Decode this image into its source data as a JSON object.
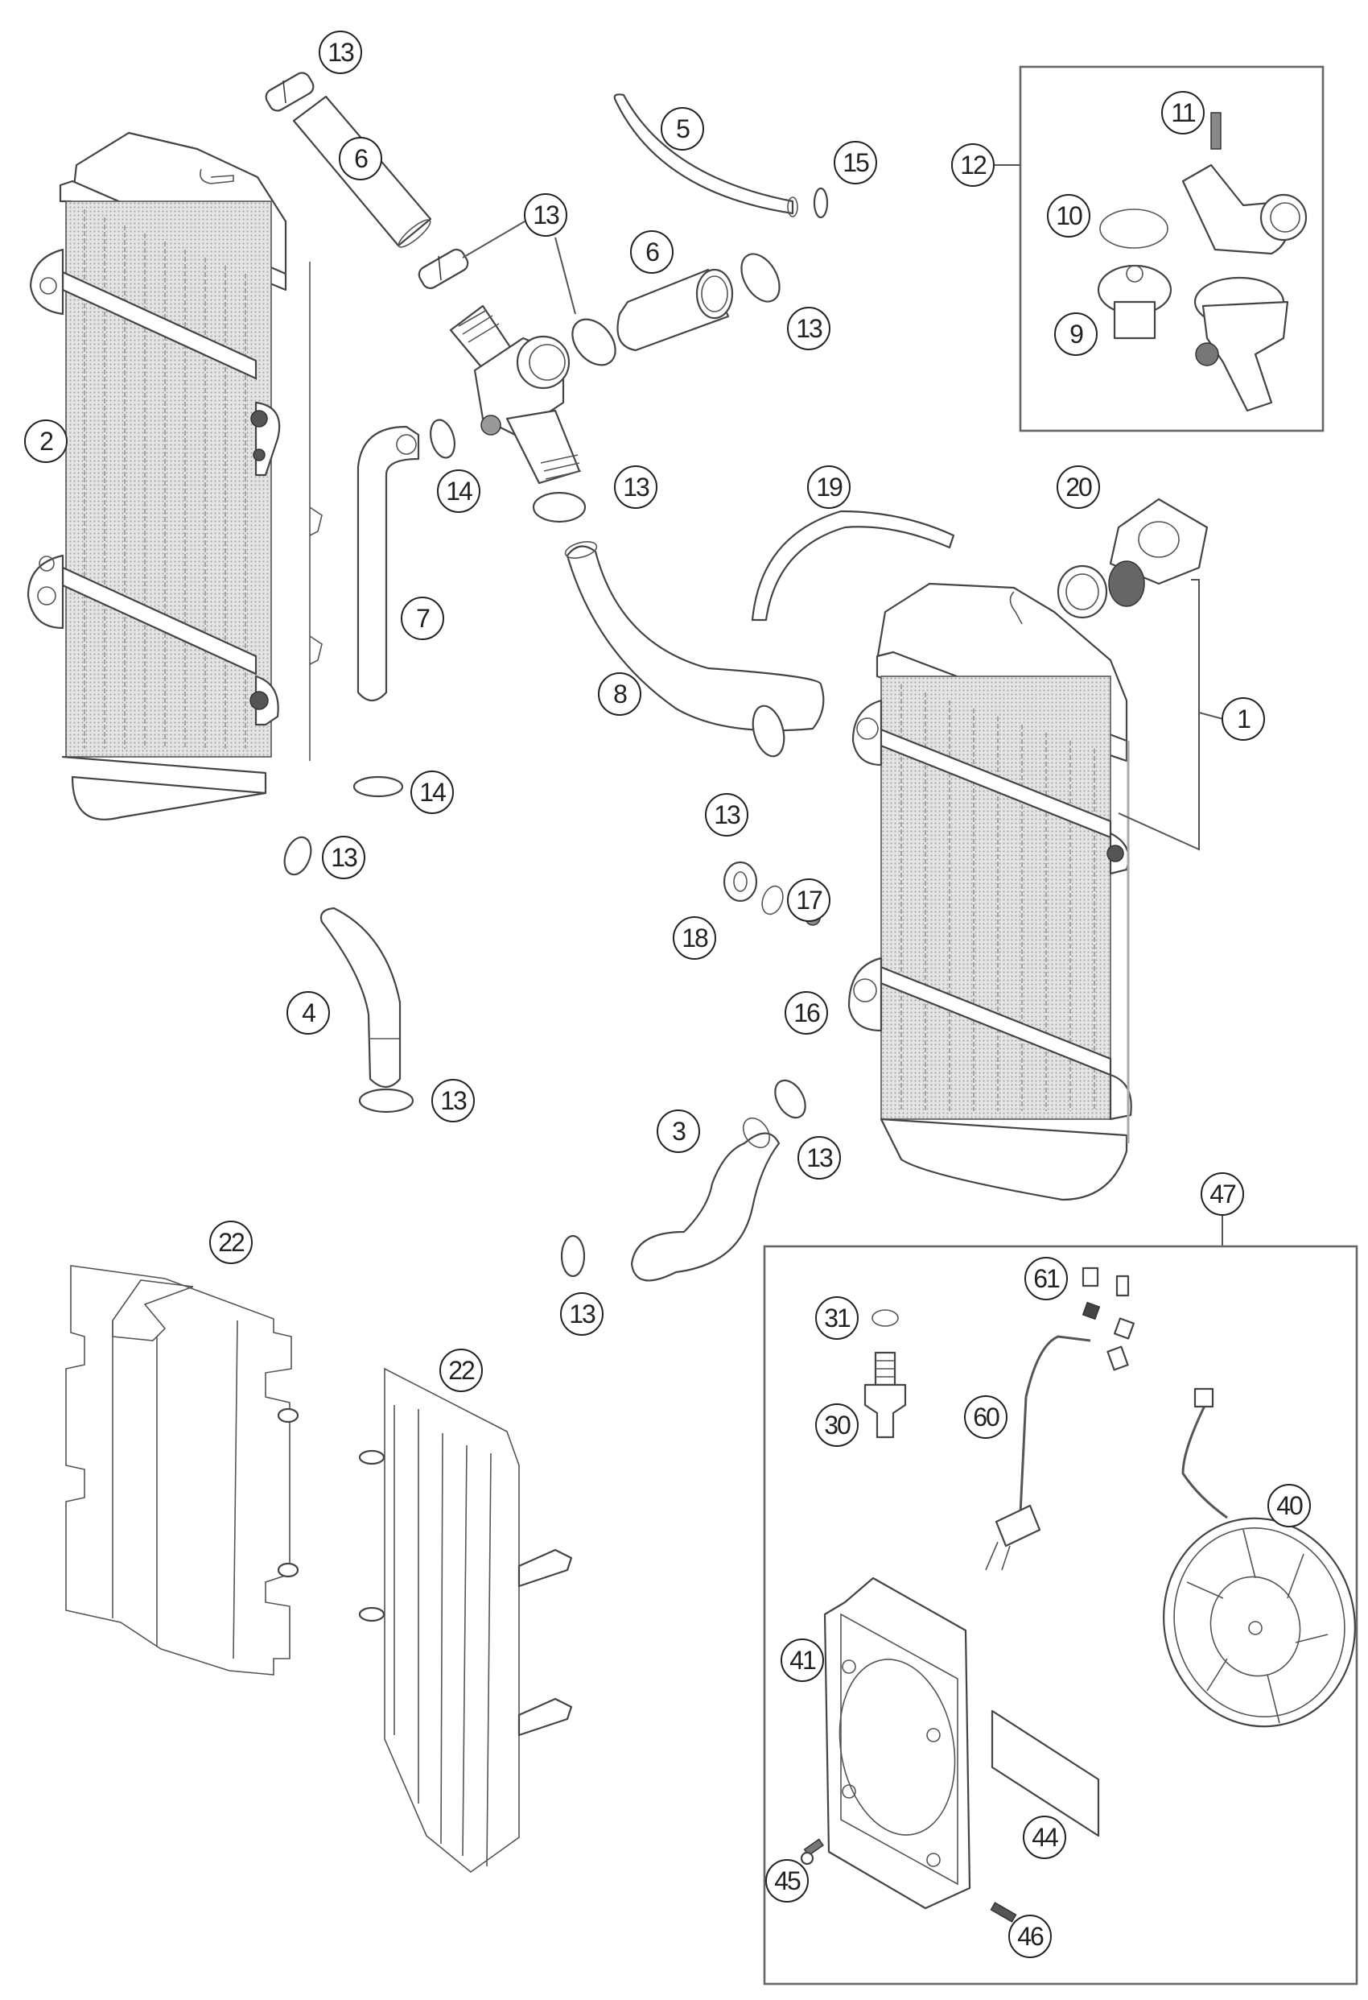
{
  "diagram": {
    "type": "exploded-parts-diagram",
    "subject": "Cooling system (radiators, hoses, thermostat, fan)",
    "group_boxes": [
      {
        "label": "12",
        "contains": [
          "9",
          "10",
          "11"
        ],
        "description": "Thermostat housing kit"
      },
      {
        "label": "47",
        "contains": [
          "30",
          "31",
          "40",
          "41",
          "44",
          "45",
          "46",
          "60",
          "61"
        ],
        "description": "Radiator fan kit"
      }
    ],
    "callouts": [
      {
        "id": "c-13a",
        "label": "13",
        "part": "hose-clamp"
      },
      {
        "id": "c-6a",
        "label": "6",
        "part": "radiator-hose-straight"
      },
      {
        "id": "c-2",
        "label": "2",
        "part": "radiator-left"
      },
      {
        "id": "c-5",
        "label": "5",
        "part": "small-hose"
      },
      {
        "id": "c-15",
        "label": "15",
        "part": "small-hose-clamp"
      },
      {
        "id": "c-12",
        "label": "12",
        "part": "thermostat-kit"
      },
      {
        "id": "c-11",
        "label": "11",
        "part": "screw"
      },
      {
        "id": "c-10",
        "label": "10",
        "part": "o-ring"
      },
      {
        "id": "c-9",
        "label": "9",
        "part": "thermostat"
      },
      {
        "id": "c-13b",
        "label": "13",
        "part": "hose-clamp"
      },
      {
        "id": "c-6b",
        "label": "6",
        "part": "radiator-hose-straight"
      },
      {
        "id": "c-13c",
        "label": "13",
        "part": "hose-clamp"
      },
      {
        "id": "c-14a",
        "label": "14",
        "part": "hose-clamp-small"
      },
      {
        "id": "c-13d",
        "label": "13",
        "part": "hose-clamp"
      },
      {
        "id": "c-19",
        "label": "19",
        "part": "overflow-hose"
      },
      {
        "id": "c-20",
        "label": "20",
        "part": "radiator-cap"
      },
      {
        "id": "c-7",
        "label": "7",
        "part": "radiator-hose-bent"
      },
      {
        "id": "c-8",
        "label": "8",
        "part": "radiator-hose-curved"
      },
      {
        "id": "c-1",
        "label": "1",
        "part": "radiator-right"
      },
      {
        "id": "c-14b",
        "label": "14",
        "part": "hose-clamp-small"
      },
      {
        "id": "c-13e",
        "label": "13",
        "part": "hose-clamp"
      },
      {
        "id": "c-13f",
        "label": "13",
        "part": "hose-clamp"
      },
      {
        "id": "c-17",
        "label": "17",
        "part": "washer"
      },
      {
        "id": "c-18",
        "label": "18",
        "part": "rubber-grommet"
      },
      {
        "id": "c-16",
        "label": "16",
        "part": "screw"
      },
      {
        "id": "c-4",
        "label": "4",
        "part": "radiator-hose-elbow"
      },
      {
        "id": "c-13g",
        "label": "13",
        "part": "hose-clamp"
      },
      {
        "id": "c-3",
        "label": "3",
        "part": "radiator-hose-s-bend"
      },
      {
        "id": "c-13h",
        "label": "13",
        "part": "hose-clamp"
      },
      {
        "id": "c-47",
        "label": "47",
        "part": "fan-kit"
      },
      {
        "id": "c-22a",
        "label": "22",
        "part": "radiator-guard"
      },
      {
        "id": "c-13i",
        "label": "13",
        "part": "hose-clamp"
      },
      {
        "id": "c-61",
        "label": "61",
        "part": "connector-caps"
      },
      {
        "id": "c-31",
        "label": "31",
        "part": "sealing-ring"
      },
      {
        "id": "c-22b",
        "label": "22",
        "part": "radiator-guard"
      },
      {
        "id": "c-30",
        "label": "30",
        "part": "temperature-switch"
      },
      {
        "id": "c-60",
        "label": "60",
        "part": "wiring-harness"
      },
      {
        "id": "c-40",
        "label": "40",
        "part": "fan"
      },
      {
        "id": "c-41",
        "label": "41",
        "part": "fan-mounting-frame"
      },
      {
        "id": "c-44",
        "label": "44",
        "part": "cover-plate"
      },
      {
        "id": "c-45",
        "label": "45",
        "part": "screw"
      },
      {
        "id": "c-46",
        "label": "46",
        "part": "screw"
      }
    ]
  },
  "colors": {
    "line": "#444444",
    "frame": "#666666",
    "core_shade": "#bdbdbd",
    "background": "#ffffff"
  }
}
